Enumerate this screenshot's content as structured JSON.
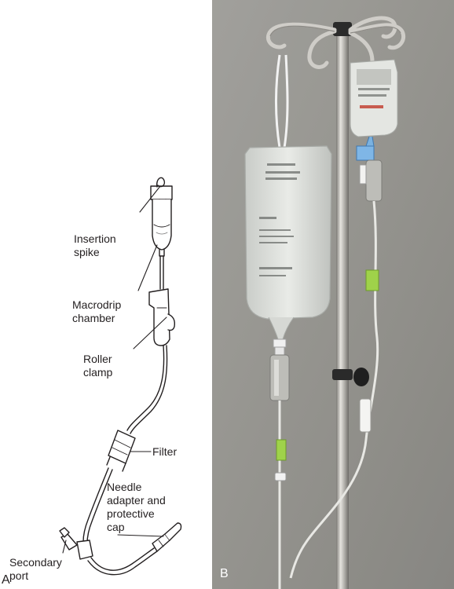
{
  "panel_a": {
    "letter": "A",
    "labels": {
      "insertion_spike": "Insertion\nspike",
      "macrodrip_chamber": "Macrodrip\nchamber",
      "roller_clamp": "Roller\nclamp",
      "filter": "Filter",
      "needle_adapter": "Needle\nadapter and\nprotective\ncap",
      "secondary_port": "Secondary\nport"
    }
  },
  "panel_b": {
    "letter": "B"
  },
  "colors": {
    "ink": "#231f20",
    "backdrop": "#9d9c97",
    "pole": "#b9b7b1",
    "label_green": "#9fd24a"
  }
}
